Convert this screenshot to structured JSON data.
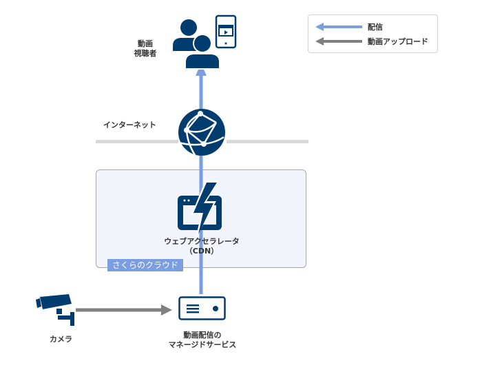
{
  "colors": {
    "icon_navy": "#003c6e",
    "delivery_arrow": "#7b9ee0",
    "upload_arrow": "#808080",
    "cloud_bg": "#f1f4fa",
    "internet_line": "#d9d9d9"
  },
  "legend": {
    "items": [
      {
        "label": "配信",
        "color": "#7b9ee0"
      },
      {
        "label": "動画アップロード",
        "color": "#808080"
      }
    ]
  },
  "viewers": {
    "label_line1": "動画",
    "label_line2": "視聴者",
    "icons": [
      "users-icon",
      "tablet-video-icon"
    ]
  },
  "internet": {
    "label": "インターネット",
    "icon": "globe-network-icon"
  },
  "cloud": {
    "tag": "さくらのクラウド",
    "cdn_label_line1": "ウェブアクセラレータ",
    "cdn_label_line2": "（CDN）",
    "icon": "web-accelerator-icon"
  },
  "camera": {
    "label": "カメラ",
    "icon": "security-camera-icon"
  },
  "service": {
    "label_line1": "動画配信の",
    "label_line2": "マネージドサービス",
    "icon": "server-icon"
  }
}
